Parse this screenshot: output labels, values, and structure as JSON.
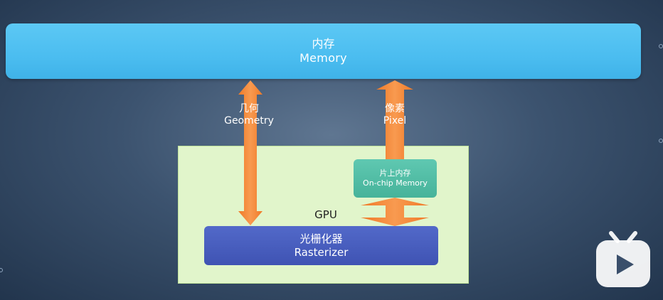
{
  "memory": {
    "cn": "内存",
    "en": "Memory"
  },
  "geometry_label": {
    "cn": "几何",
    "en": "Geometry"
  },
  "pixel_label": {
    "cn": "像素",
    "en": "Pixel"
  },
  "gpu": {
    "label": "GPU"
  },
  "onchip_memory": {
    "cn": "片上内存",
    "en": "On-chip Memory"
  },
  "rasterizer": {
    "cn": "光栅化器",
    "en": "Rasterizer"
  },
  "colors": {
    "memory": "#4bbdf0",
    "gpu_box": "#e1f5cb",
    "onchip": "#46b39a",
    "rasterizer": "#3f53b3",
    "arrow": "#f58a3a"
  },
  "icons": {
    "logo": "bilibili-tv-icon"
  }
}
